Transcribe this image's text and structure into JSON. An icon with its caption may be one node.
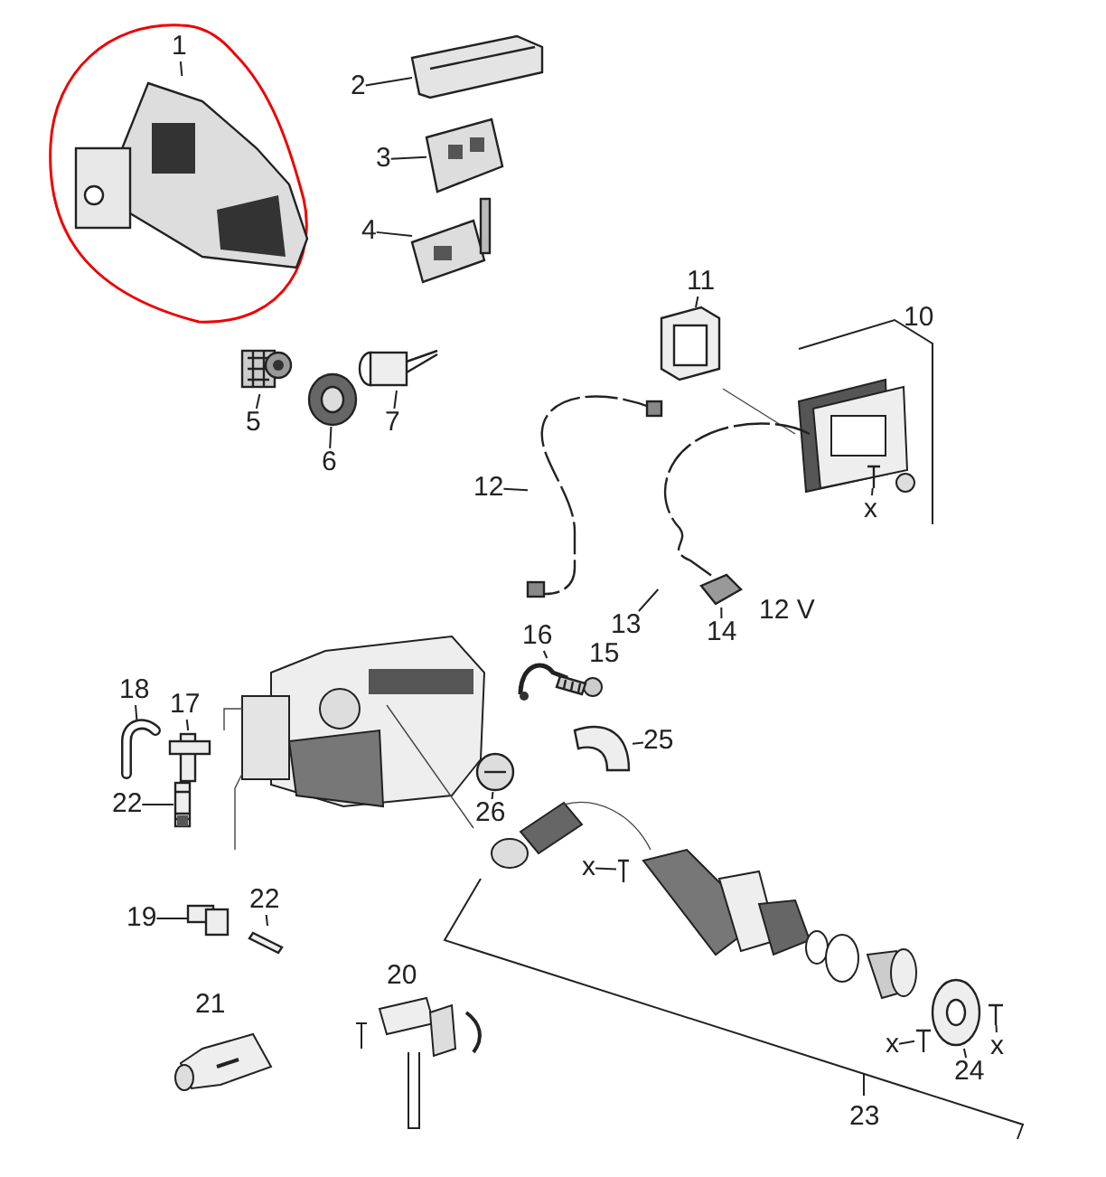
{
  "diagram": {
    "nodes": [
      {
        "text": [
          "1"
        ]
      },
      {
        "text": [],
        "shape": "picture"
      },
      {
        "text": [
          "2"
        ]
      },
      {
        "text": [],
        "shape": "picture"
      },
      {
        "text": [
          "3"
        ]
      },
      {
        "text": [],
        "shape": "picture"
      },
      {
        "text": [
          "4"
        ]
      },
      {
        "text": [],
        "shape": "picture"
      },
      {
        "text": [
          "5"
        ]
      },
      {
        "text": [],
        "shape": "picture"
      },
      {
        "text": [
          "6"
        ]
      },
      {
        "text": [],
        "shape": "picture"
      },
      {
        "text": [
          "7"
        ]
      },
      {
        "text": [],
        "shape": "picture"
      },
      {
        "text": [
          "11"
        ]
      },
      {
        "text": [],
        "shape": "picture"
      },
      {
        "text": [
          "12"
        ]
      },
      {
        "text": [],
        "shape": "picture"
      },
      {
        "text": [
          "x"
        ]
      },
      {
        "text": [],
        "shape": "picture"
      },
      {
        "text": [
          "13"
        ]
      },
      {
        "text": [],
        "shape": "picture"
      },
      {
        "text": [
          "14"
        ]
      },
      {
        "text": [],
        "shape": "picture"
      },
      {
        "text": [
          "16"
        ]
      },
      {
        "text": [],
        "shape": "picture"
      },
      {
        "text": [
          "18"
        ]
      },
      {
        "text": [],
        "shape": "picture"
      },
      {
        "text": [
          "17"
        ]
      },
      {
        "text": [],
        "shape": "picture"
      },
      {
        "text": [
          "25"
        ]
      },
      {
        "text": [],
        "shape": "picture"
      },
      {
        "text": [
          "22"
        ]
      },
      {
        "text": [],
        "shape": "picture"
      },
      {
        "text": [
          "26"
        ]
      },
      {
        "text": [],
        "shape": "picture"
      },
      {
        "text": [
          "x"
        ]
      },
      {
        "text": [],
        "shape": "picture"
      },
      {
        "text": [
          "19"
        ]
      },
      {
        "text": [],
        "shape": "picture"
      },
      {
        "text": [
          "22"
        ]
      },
      {
        "text": [],
        "shape": "picture"
      },
      {
        "text": [
          "x"
        ]
      },
      {
        "text": [],
        "shape": "picture"
      },
      {
        "text": [
          "x"
        ]
      },
      {
        "text": [],
        "shape": "picture"
      },
      {
        "text": [
          "24"
        ]
      },
      {
        "text": [],
        "shape": "picture"
      }
    ],
    "edges": [
      {
        "from": 0,
        "to": 1,
        "arrow": "none"
      },
      {
        "from": 2,
        "to": 3,
        "arrow": "none"
      },
      {
        "from": 4,
        "to": 5,
        "arrow": "none"
      },
      {
        "from": 6,
        "to": 7,
        "arrow": "none"
      },
      {
        "from": 8,
        "to": 9,
        "arrow": "none"
      },
      {
        "from": 10,
        "to": 11,
        "arrow": "none"
      },
      {
        "from": 12,
        "to": 13,
        "arrow": "none"
      },
      {
        "from": 14,
        "to": 15,
        "arrow": "none"
      },
      {
        "from": 16,
        "to": 17,
        "arrow": "none"
      },
      {
        "from": 18,
        "to": 19,
        "arrow": "none"
      },
      {
        "from": 20,
        "to": 21,
        "arrow": "none"
      },
      {
        "from": 22,
        "to": 23,
        "arrow": "none"
      },
      {
        "from": 24,
        "to": 25,
        "arrow": "none"
      },
      {
        "from": 26,
        "to": 27,
        "arrow": "none"
      },
      {
        "from": 28,
        "to": 29,
        "arrow": "none"
      },
      {
        "from": 30,
        "to": 31,
        "arrow": "none"
      },
      {
        "from": 32,
        "to": 33,
        "arrow": "none"
      },
      {
        "from": 34,
        "to": 35,
        "arrow": "none"
      },
      {
        "from": 36,
        "to": 37,
        "arrow": "none"
      },
      {
        "from": 38,
        "to": 39,
        "arrow": "none"
      },
      {
        "from": 40,
        "to": 41,
        "arrow": "none"
      },
      {
        "from": 42,
        "to": 43,
        "arrow": "none"
      },
      {
        "from": 44,
        "to": 45,
        "arrow": "none"
      },
      {
        "from": 46,
        "to": 47,
        "arrow": "none"
      }
    ],
    "labels": [
      "10",
      "12 V",
      "15",
      "20",
      "21",
      "23"
    ]
  }
}
